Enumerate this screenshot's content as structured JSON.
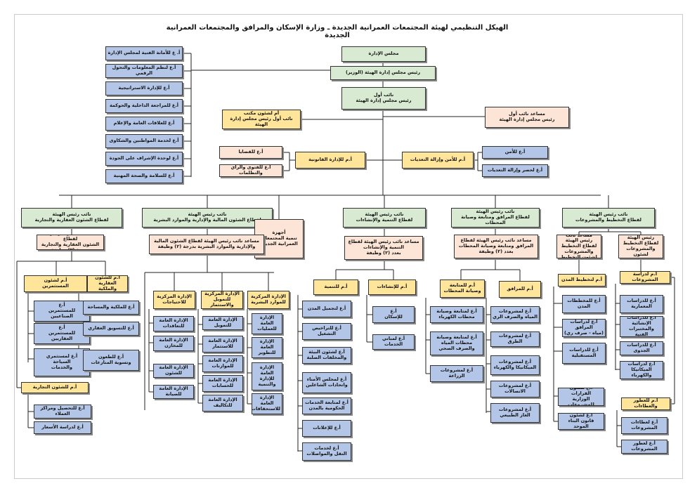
{
  "title": "الهيكل التنظيمي لهيئة المجتمعات العمرانية الجديدة ـ وزارة الإسكان والمرافق والمجتمعات العمرانية الجديدة",
  "board": {
    "name": "مجلس الإدارة",
    "chairman": "رئيس مجلس إدارة الهيئة (الوزير)",
    "vice": "نائب أول\nرئيس مجلس إدارة الهيئة",
    "office": "أم لشئون مكتب\nنائب أول رئيس مجلس إدارة الهيئة",
    "assistant": "مساعد نائب أول\nرئيس مجلس إدارة الهيئة"
  },
  "left_stack": [
    "أ. ع للأمانة الفنية لمجلس الإدارة",
    "أ.ع لنظم المعلومات والتحول الرقمي",
    "أ.ع للإدارة الاستراتيجية",
    "أ.ع للمراجعة الداخلية والحوكمة",
    "أ.ع للعلاقات العامة والإعلام",
    "أ.ع لخدمة المواطنين والشكاوى",
    "أ.ع لوحدة الإشراف على الجودة",
    "أ.ع للسلامة والصحة المهنية"
  ],
  "legal": {
    "main": "أ.م للإدارة القانونية",
    "cases": "أ.ع للقضايا",
    "fatwa": "أ.ع للفتوى والرأي والتظلمات"
  },
  "security": {
    "main": "أ.م للأمن وإزالة التعديات",
    "security": "أ.ع للأمن",
    "removal": "أ.ع لحصر وإزالة التعديات"
  },
  "sectors": [
    {
      "head": "نائب رئيس الهيئة\nلقطاع الشئون العقارية والتجارية",
      "assistant": "مساعد نائب رئيس الهيئة لقطاع\nالشئون العقارية والتجارية بدرجة (٢) وظيفة",
      "units": [
        {
          "title": "أ.م لشئون\nالمستثمرين",
          "items": [
            "أ.ع\nللمستثمرين\nالصناعيين",
            "أ.ع\nللمستثمرين\nالعقاريين",
            "أ.ع لمستثمري\nالسياحة\nوالخدمات"
          ]
        },
        {
          "title": "أ.م للشئون العقارية\nوالملكية",
          "items": [
            "أ.ع للملكية والمساحة",
            "أ.ع للتسويق العقاري",
            "أ.ع للطعون\nوتسوية المنازعات"
          ]
        },
        {
          "title": "أ.م للشئون التجارية",
          "items": [
            "أ.ع للتحصيل ومراكز\nالعملاء",
            "أ.ع لدراسة الأسعار"
          ]
        }
      ]
    },
    {
      "head": "نائب رئيس الهيئة\nلقطاع الشئون المالية والإدارية والموارد البشرية",
      "assistant": "مساعد نائب رئيس الهيئة لقطاع الشئون المالية\nوالإدارية والموارد البشرية بدرجة (٢) وظيفة",
      "units": [
        {
          "title": "الإدارة المركزية\nللاحتياجات",
          "items": [
            "الإدارة العامة\nللتعاقدات",
            "الإدارة العامة\nللمخازن",
            "الإدارة العامة\nللشئون",
            "الإدارة العامة\nللصيانة"
          ]
        },
        {
          "title": "الإدارة المركزية\nللتمويل والاستثمار",
          "items": [
            "الإدارة العامة\nللتمويل",
            "الإدارة العامة\nللاستثمار",
            "الإدارة العامة\nللموازنات",
            "الإدارة العامة\nللحسابات",
            "الإدارة العامة\nللتكاليف"
          ]
        },
        {
          "title": "الإدارة المركزية\nللموارد البشرية",
          "items": [
            "الإدارة\nالعامة\nللعمليات",
            "الإدارة\nالعامة\nللتطوير",
            "الإدارة\nالعامة للإدارة\nوالتنمية",
            "الإدارة\nالعامة\nللاستحقاقات"
          ]
        }
      ]
    },
    {
      "head": "أجهزة\nتنمية المجتمعات\nالعمرانية الجديدة"
    },
    {
      "head": "نائب رئيس الهيئة\nلقطاع التنمية والإنشاءات",
      "assistant": "مساعد نائب رئيس الهيئة لقطاع\nالتنمية والإنشاءات\nبعدد (٢) وظيفة",
      "units": [
        {
          "title": "أ.م للتنمية",
          "items": [
            "أ.ع لتجميل المدن",
            "أ.ع للتراخيص التشغيل",
            "أ.ع لشئون البيئة\nوالمخلفات الصلبة",
            "أ.ع لمجلس الأمناء\nواتحادات الشاغلين",
            "أ.ع لمتابعة الخدمات\nالحكومية بالمدن",
            "أ.ع للإعلانات",
            "أ.ع لخدمات\nالنقل والمواصلات"
          ]
        },
        {
          "title": "أ.م للإنشاءات",
          "items": [
            "أ.ع\nللإسكان",
            "أ.ع لمباني\nالخدمات"
          ]
        }
      ]
    },
    {
      "head": "نائب رئيس الهيئة\nلقطاع المرافق ومتابعة وصيانة المحطات",
      "assistant": "مساعد نائب رئيس الهيئة لقطاع\nالمرافق ومتابعة وصيانة المحطات\nبعدد (٢) وظيفة",
      "units": [
        {
          "title": "أ.م للمتابعة\nوصيانة المحطات",
          "items": [
            "أ.ع لمتابعة وصيانة\nمحطات الكهرباء",
            "أ.ع لمتابعة وصيانة\nمحطات المياه\nوالصرف الصحي",
            "أ.ع لمشروعات\nالزراعة"
          ]
        },
        {
          "title": "أ.م للمرافق",
          "items": [
            "أ.ع لمشروعات\nالمياه والصرف الري",
            "أ.ع لمشروعات\nالطرق",
            "أ.ع لمشروعات\nالميكانيكا والكهرباء",
            "أ.ع لمشروعات\nالاتصالات",
            "أ.ع لمشروعات\nالغاز الطبيعي"
          ]
        }
      ]
    },
    {
      "head": "نائب رئيس الهيئة\nلقطاع التخطيط والمشروعات",
      "assistant_a": "مساعد نائب رئيس الهيئة\nلقطاع التخطيط\nوالمشروعات\nلشئون التخطيط",
      "assistant_b": "مساعد نائب رئيس الهيئة\nلقطاع التخطيط والمشروعات\nلشئون المشروعات",
      "units": [
        {
          "title": "أ.م لتخطيط المدن",
          "items": [
            "أ.ع للمخططات\nالمدن",
            "أ.ع لدراسات المرافق\n(مياه - صرف ري)",
            "أ.ع للدراسات\nالمستقبلية",
            "أ.ع لشئون القرارات\nالوزارية للمشروعات",
            "أ.ع لشئون\nقانون البناء الموحد"
          ]
        },
        {
          "title": "أ.م لدراسة المشروعات",
          "items": [
            "أ.ع للدراسات\nالمعمارية",
            "أ.ع للدراسات الإنشائية\nوالمختبرات الفنية",
            "أ.ع للدراسات الجدوى",
            "أ.ع لدراسات\nالميكانيكا والكهرباء"
          ]
        },
        {
          "title": "أ.م للعطور والعطاءات",
          "items": [
            "أ.ع لعطاءات\nالمشروعات",
            "أ.ع لعطور المشروعات"
          ]
        }
      ]
    }
  ]
}
